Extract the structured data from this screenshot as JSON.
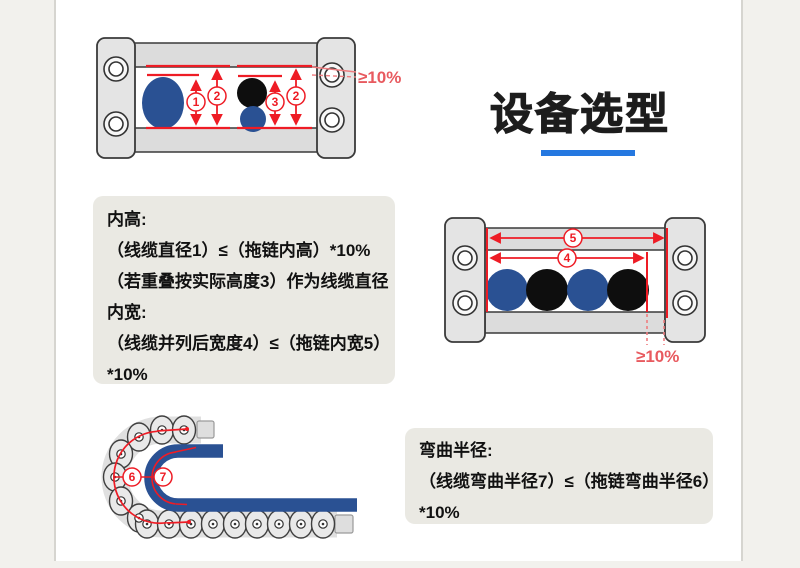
{
  "title": {
    "text": "设备选型"
  },
  "spec_inner": {
    "line1": "内高:",
    "line2": "（线缆直径1）≤（拖链内高）*10%",
    "line3": "（若重叠按实际高度3）作为线缆直径",
    "line4": "内宽:",
    "line5": "（线缆并列后宽度4）≤（拖链内宽5）",
    "line6": "*10%"
  },
  "spec_bend": {
    "line1": "弯曲半径:",
    "line2": "（线缆弯曲半径7）≤（拖链弯曲半径6）",
    "line3": "*10%"
  },
  "annotations": {
    "n1": "1",
    "n2": "2",
    "n3": "3",
    "n4": "4",
    "n5": "5",
    "n6": "6",
    "n7": "7",
    "tol_height": "≥10%",
    "tol_width": "≥10%"
  },
  "colors": {
    "red": "#ee1c25",
    "soft_red": "#ef7d80",
    "blue": "#2a5193",
    "black": "#0e0e0e",
    "chain_gray": "#dcdcdc",
    "bracket_gray": "#e4e4e4",
    "box_bg": "#eae9e3",
    "underline_blue": "#2578e0",
    "page_bg": "#f2f1ed"
  }
}
